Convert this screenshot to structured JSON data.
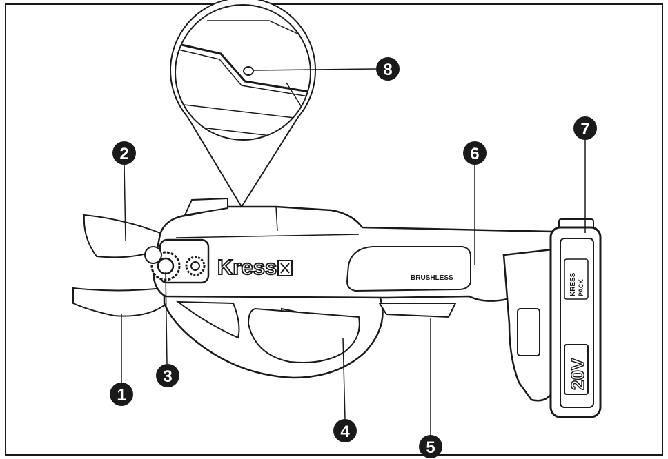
{
  "diagram": {
    "brand_text": "Kress",
    "motor_label": "BRUSHLESS",
    "battery_voltage": "20V",
    "battery_brand": "KRESS",
    "battery_brand_sub": "PACK",
    "callouts": [
      {
        "id": "callout-1",
        "label": "1"
      },
      {
        "id": "callout-2",
        "label": "2"
      },
      {
        "id": "callout-3",
        "label": "3"
      },
      {
        "id": "callout-4",
        "label": "4"
      },
      {
        "id": "callout-5",
        "label": "5"
      },
      {
        "id": "callout-6",
        "label": "6"
      },
      {
        "id": "callout-7",
        "label": "7"
      },
      {
        "id": "callout-8",
        "label": "8"
      }
    ]
  },
  "colors": {
    "line": "#1a1a1a",
    "tool_fill": "#ffffff",
    "callout_fill": "#1a1a1a",
    "callout_text": "#ffffff"
  }
}
